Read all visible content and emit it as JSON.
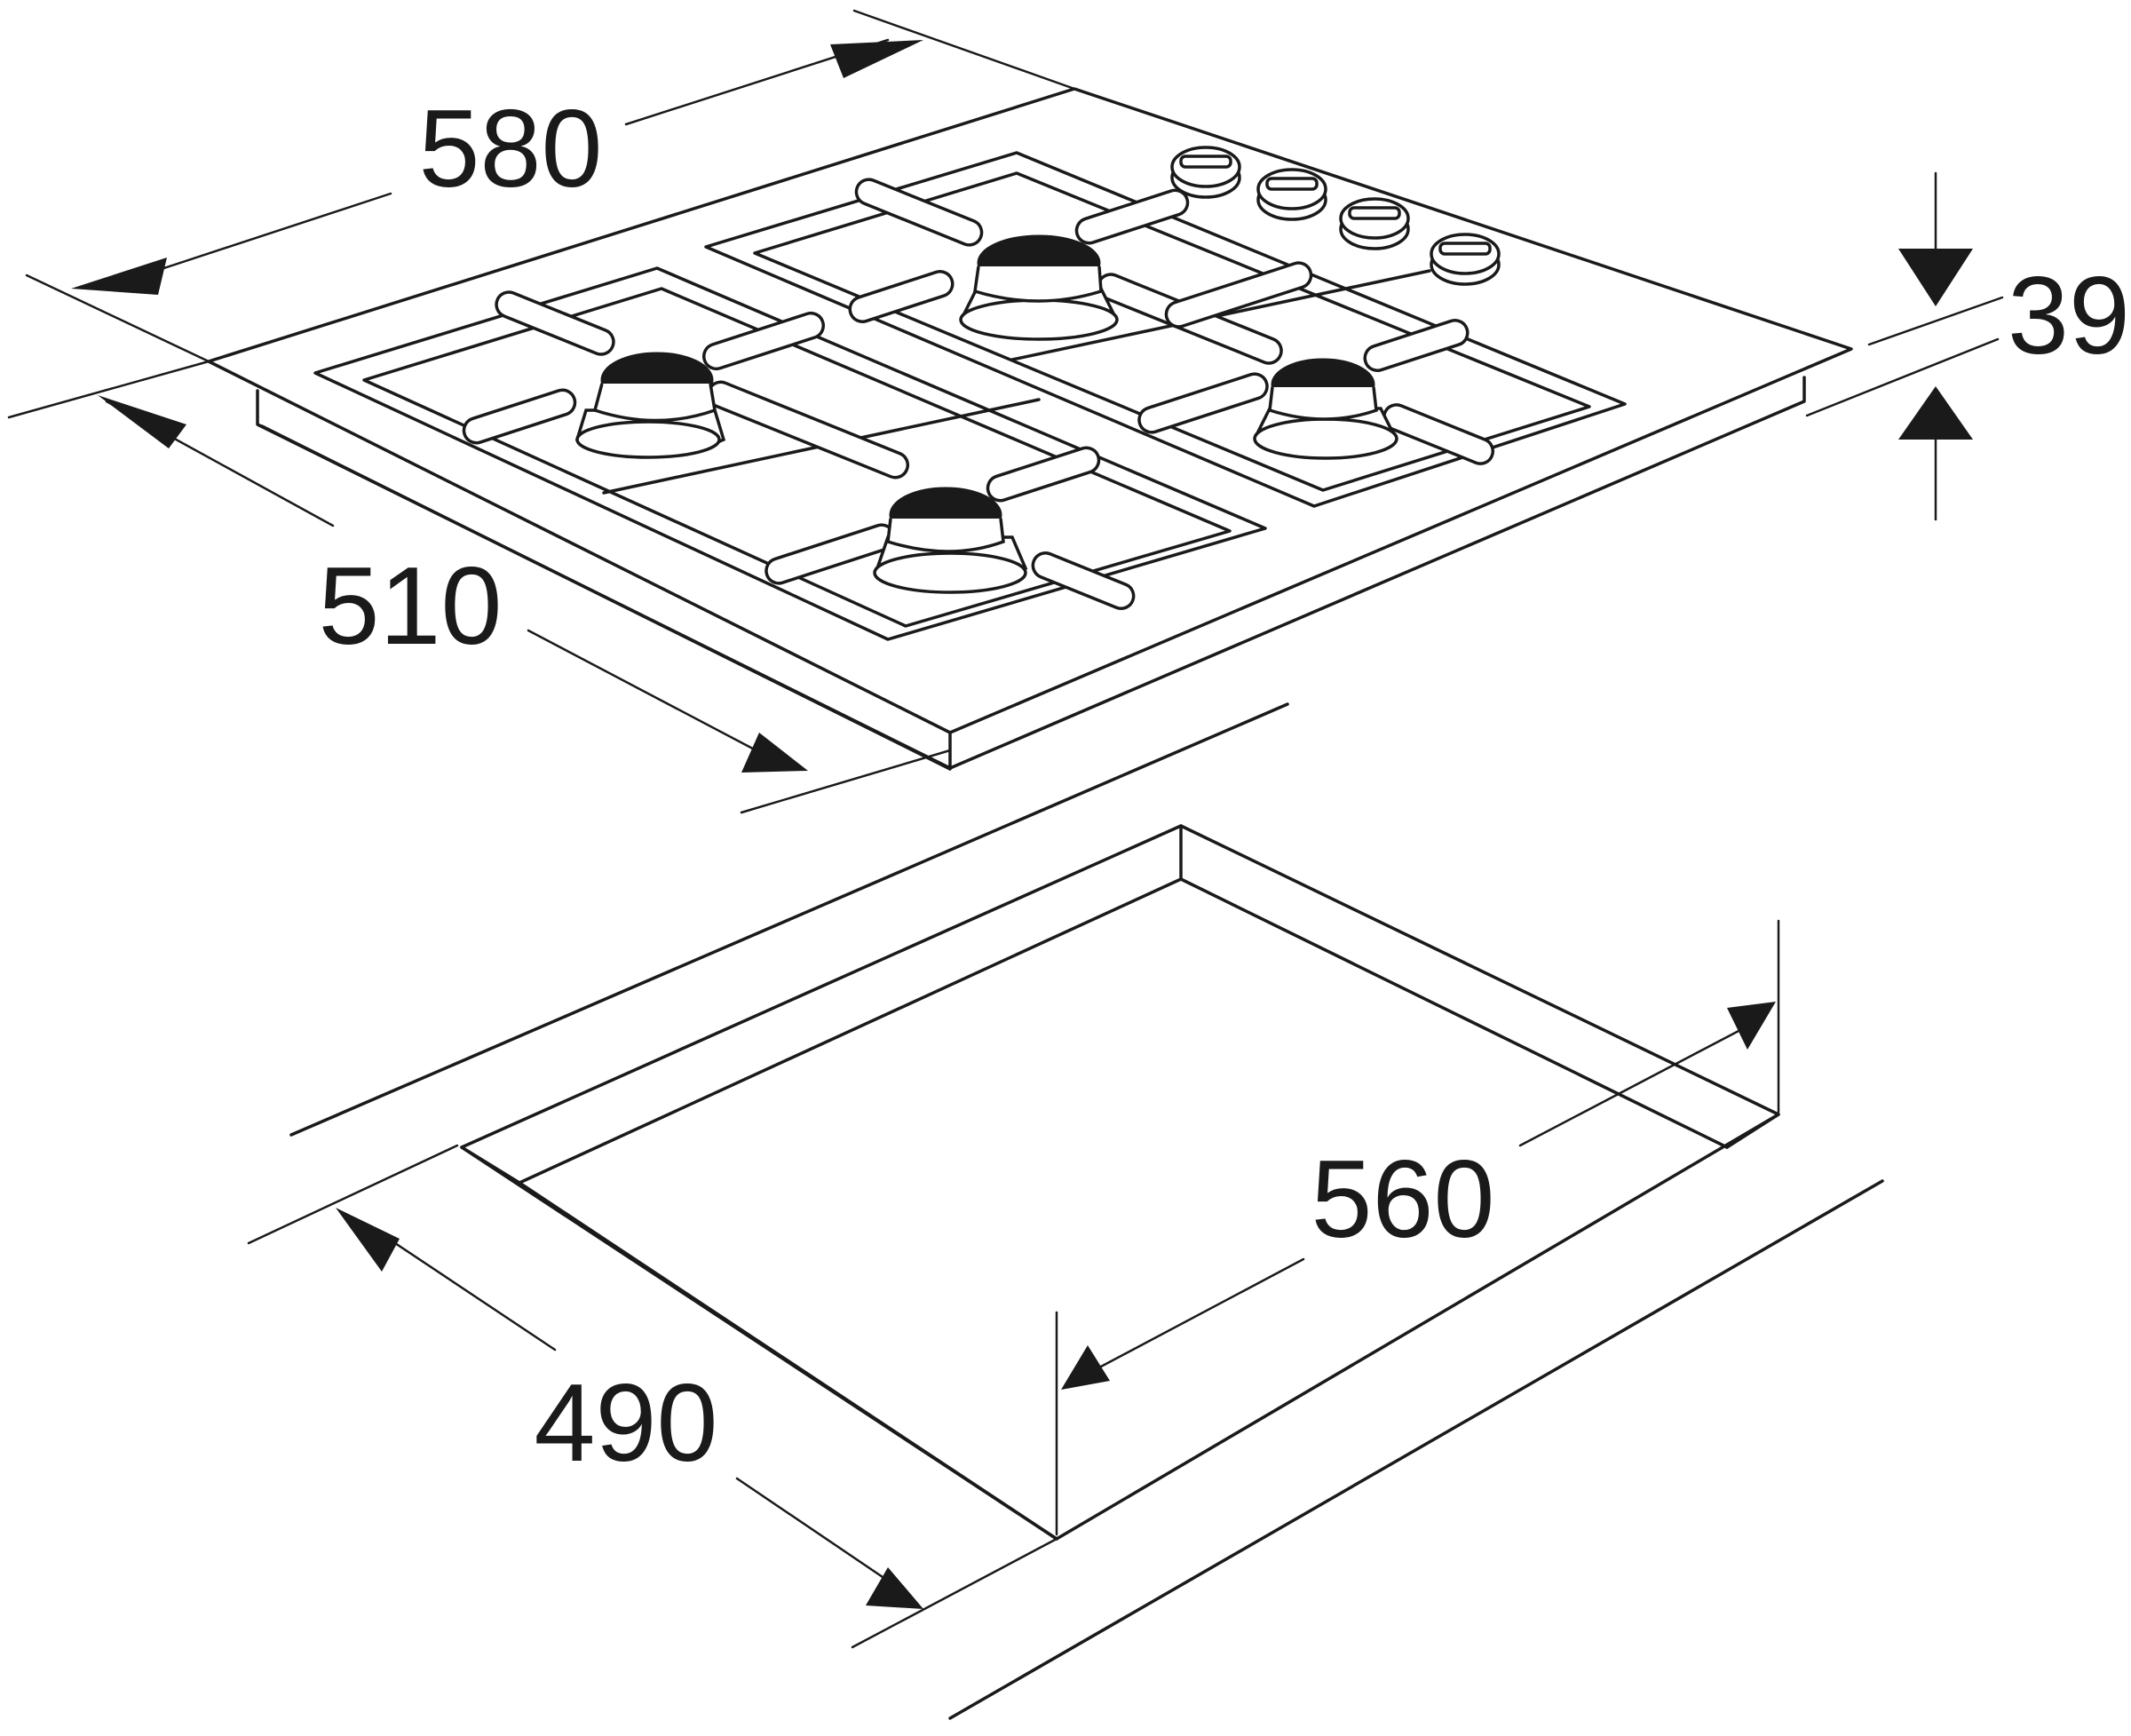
{
  "dimensions": {
    "hob_width": "580",
    "hob_depth": "510",
    "hob_height": "39",
    "cutout_width": "560",
    "cutout_depth": "490"
  },
  "colors": {
    "line": "#1a1a1a",
    "background": "#ffffff"
  }
}
